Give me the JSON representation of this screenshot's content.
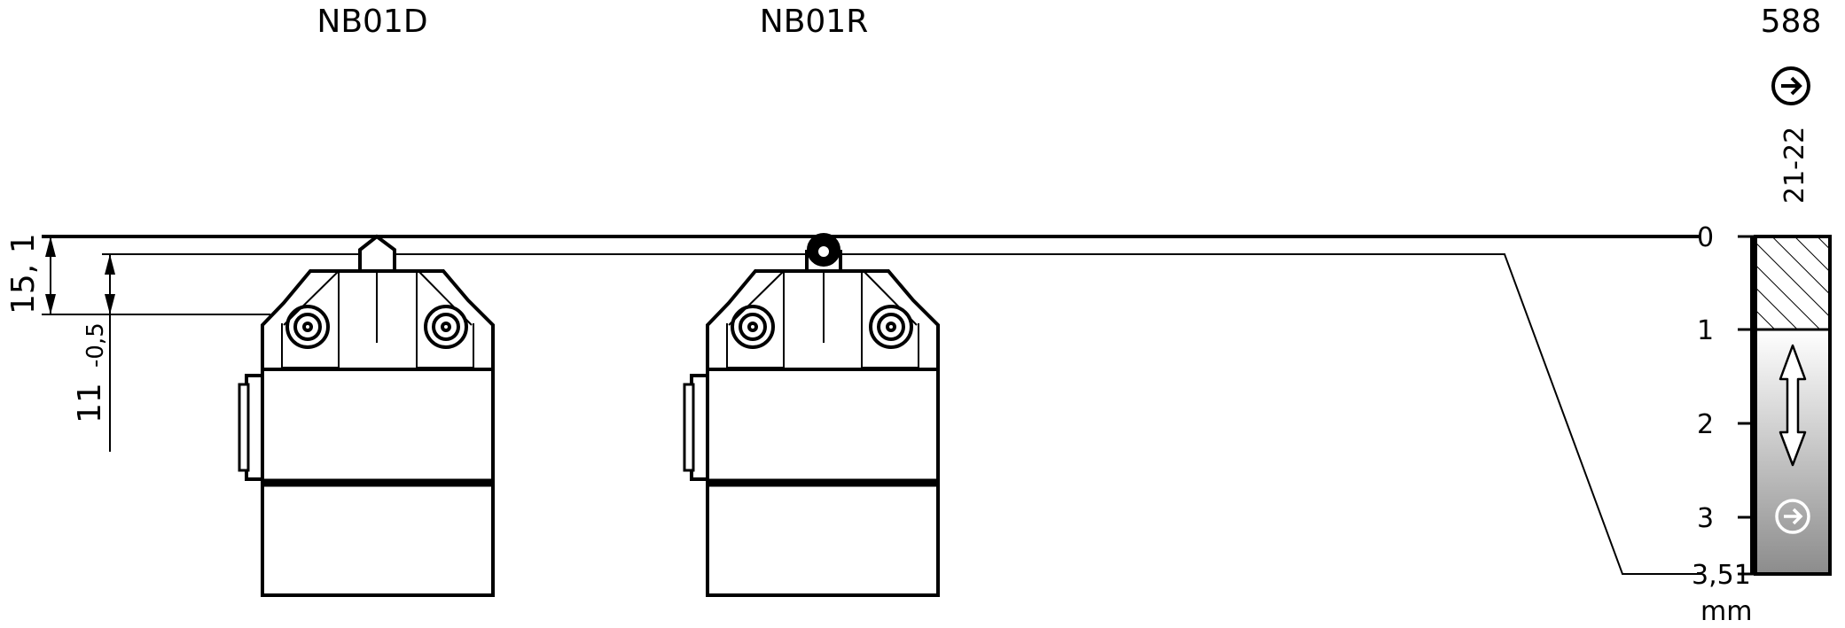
{
  "headers": {
    "left_model": "NB01D",
    "right_model": "NB01R",
    "code": "588",
    "contacts": "21-22"
  },
  "dimensions": {
    "overall_height": "15, 1",
    "actuator_height": "11",
    "tolerance": "-0,5"
  },
  "scale": {
    "ticks": [
      "0",
      "1",
      "2",
      "3",
      "3,51"
    ],
    "unit": "mm",
    "travel_mm": 3.51,
    "pretravel_end_mm": 1,
    "switch_point_mm": 3
  },
  "icons": {
    "header_icon": "circled-arrow-right-icon",
    "scale_icon": "circled-arrow-right-icon",
    "travel_icon": "double-arrow-vertical-icon"
  },
  "colors": {
    "line": "#000000",
    "gradient_top": "#ffffff",
    "gradient_bottom": "#8c8c8c"
  }
}
